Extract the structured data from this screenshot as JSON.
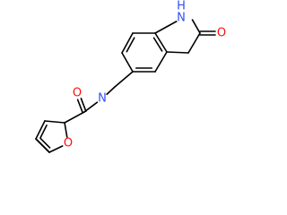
{
  "molecule": {
    "atom_colors": {
      "O": "#ff0d0d",
      "N": "#3050f8"
    },
    "atoms": [
      {
        "id": "o_furan",
        "label": "O",
        "element": "O"
      },
      {
        "id": "o_amide",
        "label": "O",
        "element": "O"
      },
      {
        "id": "n_amide",
        "label": "N",
        "element": "N"
      },
      {
        "id": "nh_ring",
        "label": "N",
        "element": "N"
      },
      {
        "id": "h_ring",
        "label": "H",
        "element": "N"
      },
      {
        "id": "o_lactam",
        "label": "O",
        "element": "O"
      }
    ]
  }
}
